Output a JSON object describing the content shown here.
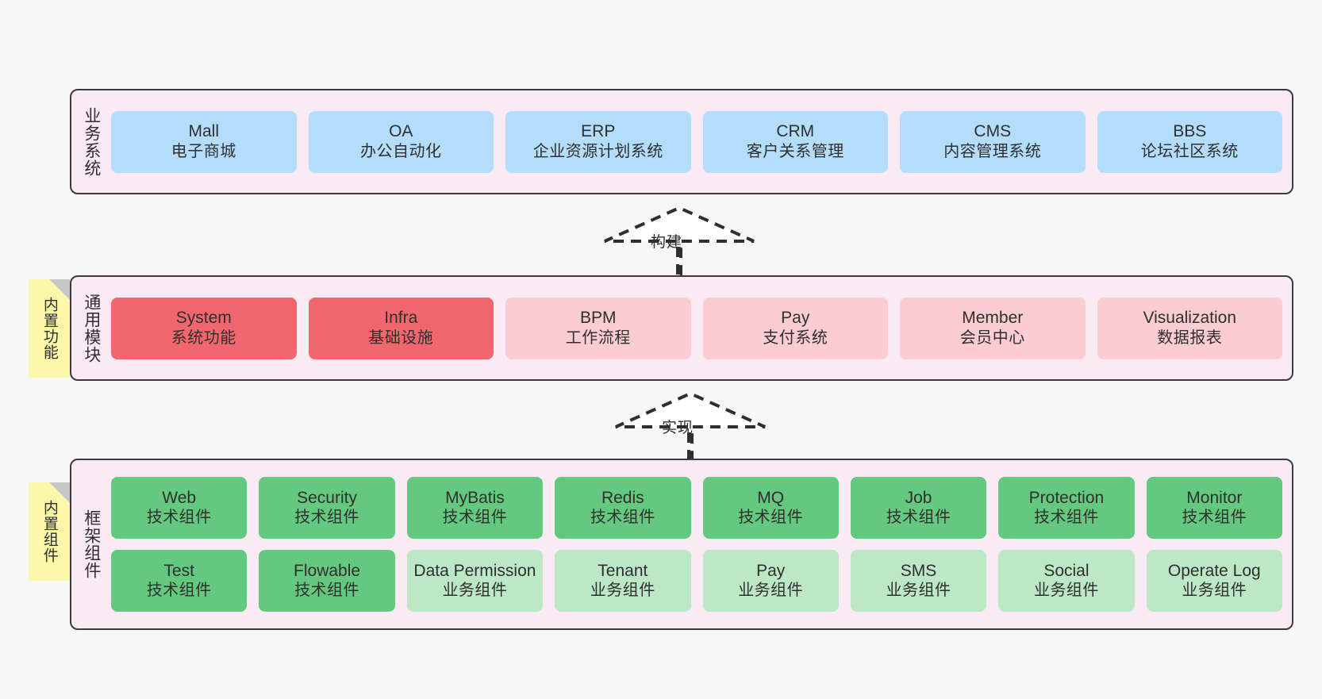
{
  "diagram": {
    "background_color": "#f7f7f7",
    "layers": [
      {
        "id": "business",
        "title": "业务系统",
        "panel_color": "#f9eaf3",
        "rows": [
          {
            "cards": [
              {
                "en": "Mall",
                "cn": "电子商城",
                "color": "#b3ddfb"
              },
              {
                "en": "OA",
                "cn": "办公自动化",
                "color": "#b3ddfb"
              },
              {
                "en": "ERP",
                "cn": "企业资源计划系统",
                "color": "#b3ddfb"
              },
              {
                "en": "CRM",
                "cn": "客户关系管理",
                "color": "#b3ddfb"
              },
              {
                "en": "CMS",
                "cn": "内容管理系统",
                "color": "#b3ddfb"
              },
              {
                "en": "BBS",
                "cn": "论坛社区系统",
                "color": "#b3ddfb"
              }
            ]
          }
        ]
      },
      {
        "id": "common",
        "title": "通用模块",
        "sticky": "内置功能",
        "panel_color": "#f9eaf3",
        "rows": [
          {
            "cards": [
              {
                "en": "System",
                "cn": "系统功能",
                "color": "#f1676d"
              },
              {
                "en": "Infra",
                "cn": "基础设施",
                "color": "#f1676d"
              },
              {
                "en": "BPM",
                "cn": "工作流程",
                "color": "#fbccd2"
              },
              {
                "en": "Pay",
                "cn": "支付系统",
                "color": "#fbccd2"
              },
              {
                "en": "Member",
                "cn": "会员中心",
                "color": "#fbccd2"
              },
              {
                "en": "Visualization",
                "cn": "数据报表",
                "color": "#fbccd2"
              }
            ]
          }
        ]
      },
      {
        "id": "framework",
        "title": "框架组件",
        "sticky": "内置组件",
        "panel_color": "#f9eaf3",
        "rows": [
          {
            "cards": [
              {
                "en": "Web",
                "cn": "技术组件",
                "color": "#64c97f"
              },
              {
                "en": "Security",
                "cn": "技术组件",
                "color": "#64c97f"
              },
              {
                "en": "MyBatis",
                "cn": "技术组件",
                "color": "#64c97f"
              },
              {
                "en": "Redis",
                "cn": "技术组件",
                "color": "#64c97f"
              },
              {
                "en": "MQ",
                "cn": "技术组件",
                "color": "#64c97f"
              },
              {
                "en": "Job",
                "cn": "技术组件",
                "color": "#64c97f"
              },
              {
                "en": "Protection",
                "cn": "技术组件",
                "color": "#64c97f"
              },
              {
                "en": "Monitor",
                "cn": "技术组件",
                "color": "#64c97f"
              }
            ]
          },
          {
            "cards": [
              {
                "en": "Test",
                "cn": "技术组件",
                "color": "#64c97f"
              },
              {
                "en": "Flowable",
                "cn": "技术组件",
                "color": "#64c97f"
              },
              {
                "en": "Data Permission",
                "cn": "业务组件",
                "color": "#bde8c6"
              },
              {
                "en": "Tenant",
                "cn": "业务组件",
                "color": "#bde8c6"
              },
              {
                "en": "Pay",
                "cn": "业务组件",
                "color": "#bde8c6"
              },
              {
                "en": "SMS",
                "cn": "业务组件",
                "color": "#bde8c6"
              },
              {
                "en": "Social",
                "cn": "业务组件",
                "color": "#bde8c6"
              },
              {
                "en": "Operate Log",
                "cn": "业务组件",
                "color": "#bde8c6"
              }
            ]
          }
        ]
      }
    ],
    "arrows": [
      {
        "id": "build",
        "label": "构建",
        "style": "dashed-hollow-up"
      },
      {
        "id": "impl",
        "label": "实现",
        "style": "dashed-hollow-up"
      }
    ]
  }
}
